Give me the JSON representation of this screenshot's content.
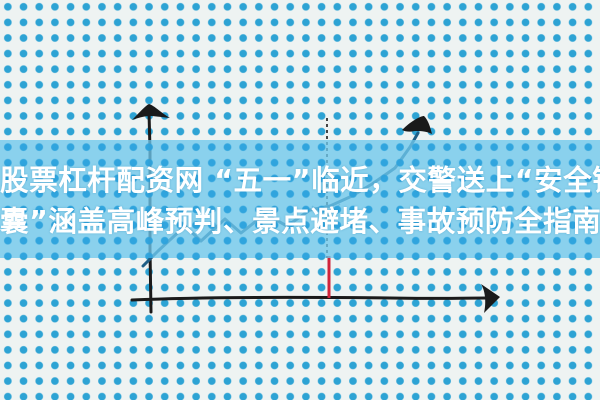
{
  "headline": {
    "line1": "股票杠杆配资网 “五一”临近，交警送上“安全锦",
    "line2": "囊”涵盖高峰预判、景点避堵、事故预防全指南"
  },
  "illustration": {
    "description": "hand-drawn line chart on blue polka-dot paper",
    "icons": [
      "y-axis-arrow",
      "x-axis-arrow",
      "trend-line-arrow",
      "dashed-guide-line",
      "red-marker-line"
    ]
  },
  "colors": {
    "background": "#eef3f2",
    "dots": "#2da3d4",
    "band": "#6ec6ec",
    "ink": "#1a1a1a",
    "trend_line": "#1f5f86",
    "marker": "#d0243a",
    "headline_text": "#ffffff"
  }
}
